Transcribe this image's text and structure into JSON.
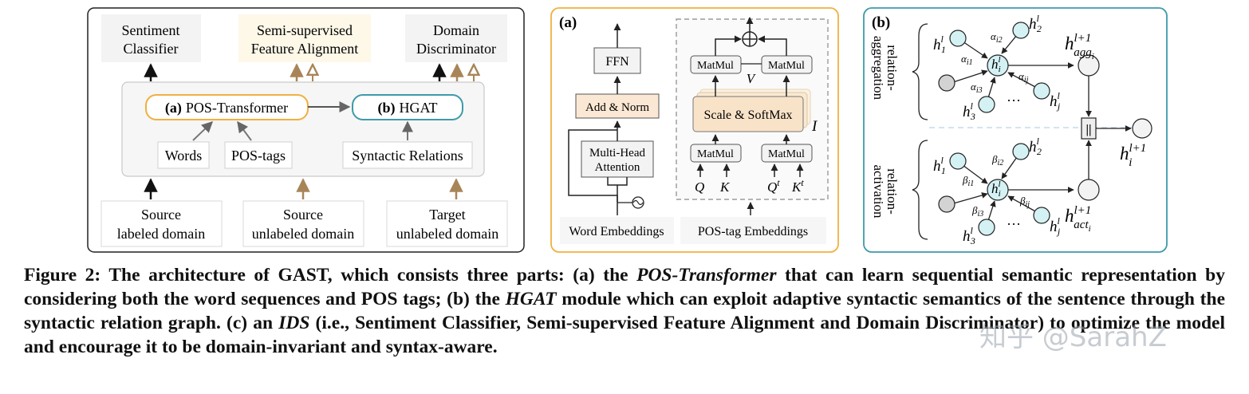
{
  "panel_left": {
    "outputs": {
      "sentiment_classifier": [
        "Sentiment",
        "Classifier"
      ],
      "semi_supervised": [
        "Semi-supervised",
        "Feature Alignment"
      ],
      "domain_discriminator": [
        "Domain",
        "Discriminator"
      ]
    },
    "pos_transformer": {
      "tag": "(a)",
      "label": "POS-Transformer"
    },
    "hgat": {
      "tag": "(b)",
      "label": "HGAT"
    },
    "inputs": {
      "words": "Words",
      "pos_tags": "POS-tags",
      "syntactic_relations": "Syntactic Relations"
    },
    "domains": {
      "source_labeled": [
        "Source",
        "labeled domain"
      ],
      "source_unlabeled": [
        "Source",
        "unlabeled domain"
      ],
      "target_unlabeled": [
        "Target",
        "unlabeled domain"
      ]
    }
  },
  "panel_a": {
    "tag": "(a)",
    "ffn": "FFN",
    "add_norm": "Add & Norm",
    "multi_head": [
      "Multi-Head",
      "Attention"
    ],
    "matmul": "MatMul",
    "v": "V",
    "scale_softmax": "Scale & SoftMax",
    "i": "I",
    "q": "Q",
    "k": "K",
    "qt": "Q",
    "qt_sup": "t",
    "kt": "K",
    "kt_sup": "t",
    "word_embeddings": "Word Embeddings",
    "pos_tag_embeddings": "POS-tag Embeddings"
  },
  "panel_b": {
    "tag": "(b)",
    "relation_aggregation": [
      "relation-",
      "aggregation"
    ],
    "relation_activation": [
      "relation-",
      "activation"
    ],
    "concat": "||",
    "ellipsis": "···"
  },
  "caption": {
    "prefix": "Figure 2: The architecture of GAST, which consists three parts: (a) the ",
    "pos_transformer": "POS-Transformer",
    "part2": " that can learn sequential semantic representation by considering both the word sequences and POS tags; (b) the ",
    "hgat": "HGAT",
    "part3": " module which can exploit adaptive syntactic semantics of the sentence through the syntactic relation graph. (c) an ",
    "ids": "IDS",
    "part4": " (i.e., Sentiment Classifier, Semi-supervised Feature Alignment and Domain Discriminator) to optimize the model and encourage it to be domain-invariant and syntax-aware."
  },
  "watermark": "知乎 @SarahZ",
  "colors": {
    "orange_border": "#f0b040",
    "teal_border": "#3f9aaa",
    "brown_arrow": "#a88558",
    "node_fill": "#d4f1f4",
    "add_norm_fill": "#fbe8d4",
    "scale_fill": "#f9e3c8"
  }
}
